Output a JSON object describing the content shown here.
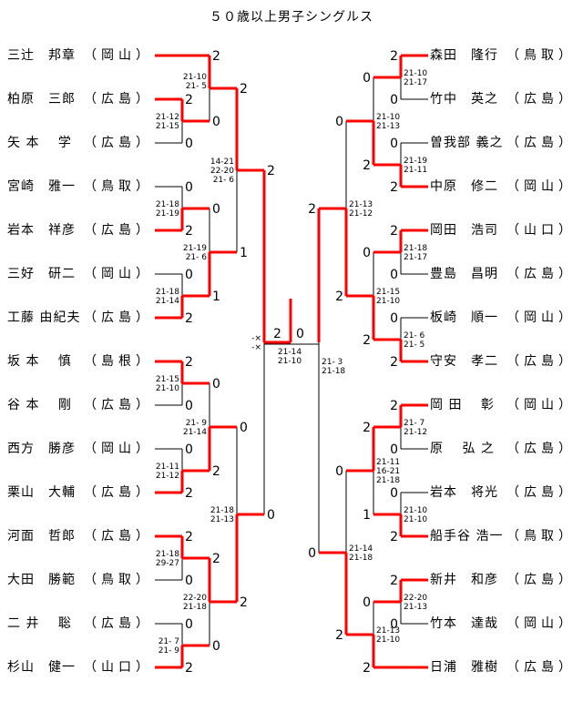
{
  "title": "５０歳以上男子シングルス",
  "colors": {
    "winner_line": "#ff0000",
    "line": "#000000"
  },
  "left": {
    "players": [
      {
        "name": "三辻　邦章",
        "pref": "（岡山）"
      },
      {
        "name": "柏原　三郎",
        "pref": "（広島）"
      },
      {
        "name": "矢 本　 学",
        "pref": "（広島）"
      },
      {
        "name": "宮崎　雅一",
        "pref": "（鳥取）"
      },
      {
        "name": "岩本　祥彦",
        "pref": "（広島）"
      },
      {
        "name": "三好　研二",
        "pref": "（岡山）"
      },
      {
        "name": "工藤 由紀夫",
        "pref": "（広島）"
      },
      {
        "name": "坂 本　 慎",
        "pref": "（島根）"
      },
      {
        "name": "谷 本　 剛",
        "pref": "（広島）"
      },
      {
        "name": "西方　勝彦",
        "pref": "（岡山）"
      },
      {
        "name": "栗山　大輔",
        "pref": "（広島）"
      },
      {
        "name": "河面　哲郎",
        "pref": "（広島）"
      },
      {
        "name": "大田　勝範",
        "pref": "（鳥取）"
      },
      {
        "name": "二 井　 聡",
        "pref": "（広島）"
      },
      {
        "name": "杉山　健一",
        "pref": "（山口）"
      }
    ],
    "matches": [
      {
        "scores": [
          "2",
          "0"
        ],
        "games": [
          "21-12",
          "21-15"
        ]
      },
      {
        "scores": [
          "2",
          "0"
        ],
        "games": [
          "21-10",
          "21- 5"
        ]
      },
      {
        "scores": [
          "0",
          "2"
        ],
        "games": [
          "21-18",
          "21-19"
        ]
      },
      {
        "scores": [
          "0",
          "2"
        ],
        "games": [
          "21-18",
          "21-14"
        ]
      },
      {
        "scores": [
          "0",
          "1"
        ],
        "games": [
          "21-19",
          "21- 6"
        ]
      },
      {
        "scores": [
          "2",
          "1"
        ],
        "games": [
          "14-21",
          "22-20",
          "21- 6"
        ]
      },
      {
        "scores": [
          "2",
          "0"
        ],
        "games": [
          "21-15",
          "21-10"
        ]
      },
      {
        "scores": [
          "0",
          "2"
        ],
        "games": [
          "21-11",
          "21-12"
        ]
      },
      {
        "scores": [
          "0",
          "2"
        ],
        "games": [
          "21- 9",
          "21-14"
        ]
      },
      {
        "scores": [
          "2",
          "0"
        ],
        "games": [
          "21-18",
          "29-27"
        ]
      },
      {
        "scores": [
          "0",
          "2"
        ],
        "games": [
          "21- 7",
          "21- 9"
        ]
      },
      {
        "scores": [
          "2",
          "0"
        ],
        "games": [
          "22-20",
          "21-18"
        ]
      },
      {
        "scores": [
          "0",
          "2"
        ],
        "games": [
          "21-18",
          "21-13"
        ]
      },
      {
        "scores": [
          "2",
          "0"
        ],
        "games": [
          "-×",
          "-×"
        ]
      }
    ]
  },
  "right": {
    "players": [
      {
        "name": "森田　隆行",
        "pref": "（鳥取）"
      },
      {
        "name": "竹中　英之",
        "pref": "（広島）"
      },
      {
        "name": "曽我部 義之",
        "pref": "（広島）"
      },
      {
        "name": "中原　修二",
        "pref": "（岡山）"
      },
      {
        "name": "岡田　浩司",
        "pref": "（山口）"
      },
      {
        "name": "豊島　昌明",
        "pref": "（広島）"
      },
      {
        "name": "板崎　順一",
        "pref": "（岡山）"
      },
      {
        "name": "守安　孝二",
        "pref": "（広島）"
      },
      {
        "name": "岡 田　 彰",
        "pref": "（岡山）"
      },
      {
        "name": "原　 弘 之",
        "pref": "（広島）"
      },
      {
        "name": "岩本　将光",
        "pref": "（広島）"
      },
      {
        "name": "船手谷 浩一",
        "pref": "（鳥取）"
      },
      {
        "name": "新井　和彦",
        "pref": "（広島）"
      },
      {
        "name": "竹本　達哉",
        "pref": "（岡山）"
      },
      {
        "name": "日浦　雅樹",
        "pref": "（広島）"
      }
    ],
    "matches": [
      {
        "scores": [
          "2",
          "0"
        ],
        "games": [
          "21-10",
          "21-17"
        ]
      },
      {
        "scores": [
          "0",
          "2"
        ],
        "games": [
          "21-19",
          "21-11"
        ]
      },
      {
        "scores": [
          "0",
          "2"
        ],
        "games": [
          "21-10",
          "21-13"
        ]
      },
      {
        "scores": [
          "2",
          "0"
        ],
        "games": [
          "21-18",
          "21-17"
        ]
      },
      {
        "scores": [
          "0",
          "2"
        ],
        "games": [
          "21- 6",
          "21- 5"
        ]
      },
      {
        "scores": [
          "0",
          "2"
        ],
        "games": [
          "21-15",
          "21-10"
        ]
      },
      {
        "scores": [
          "0",
          "2"
        ],
        "games": [
          "21-13",
          "21-12"
        ]
      },
      {
        "scores": [
          "2",
          "0"
        ],
        "games": [
          "21- 7",
          "21-12"
        ]
      },
      {
        "scores": [
          "0",
          "2"
        ],
        "games": [
          "21-10",
          "21-10"
        ]
      },
      {
        "scores": [
          "2",
          "1"
        ],
        "games": [
          "21-11",
          "16-21",
          "21-18"
        ]
      },
      {
        "scores": [
          "2",
          "0"
        ],
        "games": [
          "22-20",
          "21-13"
        ]
      },
      {
        "scores": [
          "0",
          "2"
        ],
        "games": [
          "21-13",
          "21-10"
        ]
      },
      {
        "scores": [
          "0",
          "2"
        ],
        "games": [
          "21-14",
          "21-18"
        ]
      },
      {
        "scores": [
          "2",
          "0"
        ],
        "games": [
          "21- 3",
          "21-18"
        ]
      }
    ]
  },
  "final": {
    "scores": [
      "2",
      "0"
    ],
    "games": [
      "21-14",
      "21-10"
    ]
  }
}
